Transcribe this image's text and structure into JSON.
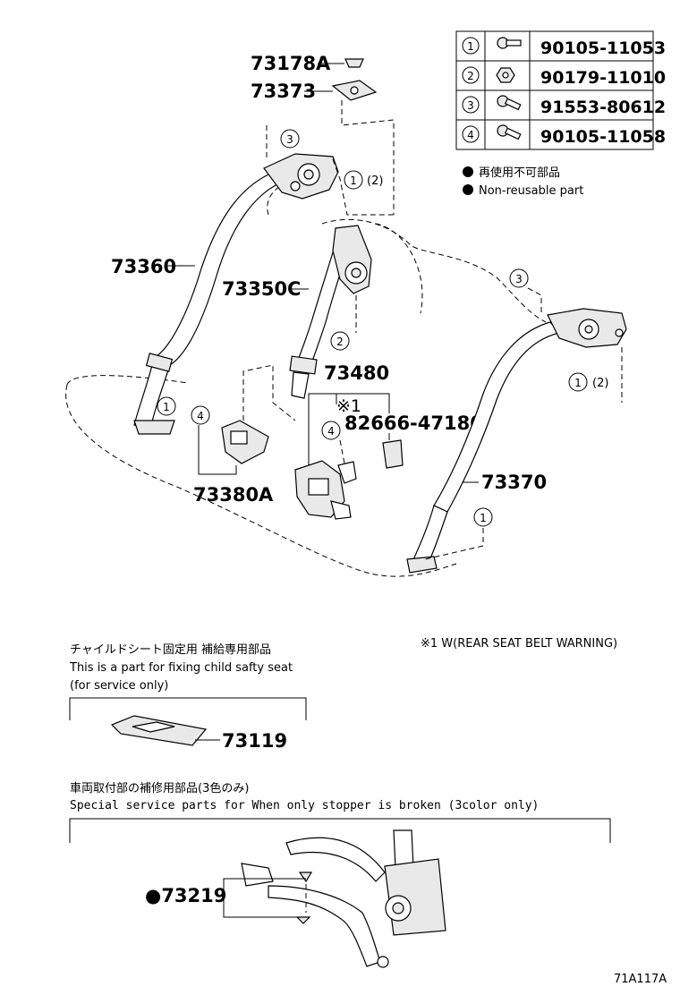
{
  "fastener_table": [
    {
      "ref": "1",
      "icon": "bolt-icon",
      "part_no": "90105-11053"
    },
    {
      "ref": "2",
      "icon": "nut-icon",
      "part_no": "90179-11010"
    },
    {
      "ref": "3",
      "icon": "bolt-icon",
      "part_no": "91553-80612"
    },
    {
      "ref": "4",
      "icon": "bolt-icon",
      "part_no": "90105-11058"
    }
  ],
  "legend": {
    "jp": "再使用不可部品",
    "en": "Non-reusable part"
  },
  "parts": {
    "p73178A": "73178A",
    "p73373": "73373",
    "p73360": "73360",
    "p73350C": "73350C",
    "p73480": "73480",
    "note_mark": "※1",
    "p82666": "82666-47180",
    "p73380A": "73380A",
    "p73370": "73370",
    "p73119": "73119",
    "p73219": "●73219"
  },
  "callouts": {
    "c3": "3",
    "c1": "1",
    "c2": "2",
    "c4": "4",
    "paren2": "(2)"
  },
  "notes": {
    "warning_note": "※1 W(REAR SEAT BELT WARNING)",
    "child_seat_jp": "チャイルドシート固定用  補給専用部品",
    "child_seat_en1": "This is a part for fixing child safty seat",
    "child_seat_en2": "(for service only)",
    "stopper_jp": "車両取付部の補修用部品(3色のみ)",
    "stopper_en": "Special   service   parts   for   When   only   stopper   is   broken   (3color   only)"
  },
  "figure_code": "71A117A"
}
